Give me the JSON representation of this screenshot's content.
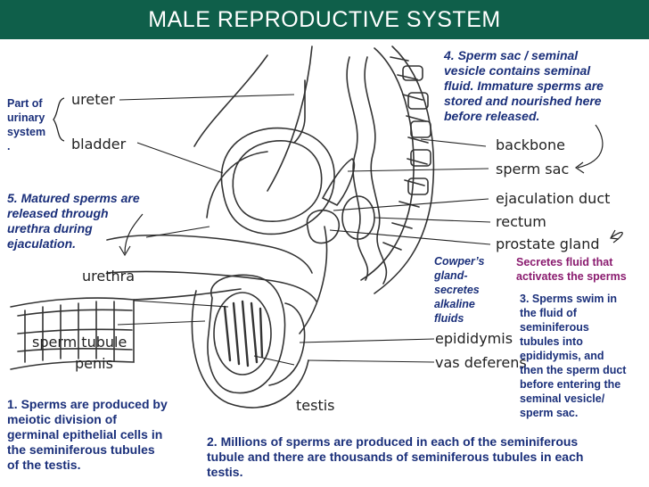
{
  "title": "MALE REPRODUCTIVE SYSTEM",
  "organ_labels": {
    "ureter": "ureter",
    "bladder": "bladder",
    "urethra": "urethra",
    "sperm_tubule": "sperm tubule",
    "penis": "penis",
    "testis": "testis",
    "backbone": "backbone",
    "sperm_sac": "sperm sac",
    "ejaculation_duct": "ejaculation duct",
    "rectum": "rectum",
    "prostate_gland": "prostate gland",
    "epididymis": "epididymis",
    "vas_deferens": "vas deferens"
  },
  "notes": {
    "urinary_system": [
      "Part of",
      "urinary",
      "system",
      "."
    ],
    "note1": [
      "1. Sperms are produced by",
      "meiotic division of",
      "germinal epithelial cells in",
      "the seminiferous tubules",
      "of the testis."
    ],
    "note2": [
      "2. Millions of sperms are produced in each of the seminiferous",
      "tubule and there are thousands of seminiferous tubules in each",
      "testis."
    ],
    "note3": [
      "3. Sperms swim in",
      "the fluid of",
      "seminiferous",
      "tubules into",
      "epididymis, and",
      "then the sperm duct",
      "before entering the",
      "seminal vesicle/",
      "sperm sac."
    ],
    "note4": [
      "4. Sperm sac / seminal",
      "vesicle contains seminal",
      "fluid. Immature sperms are",
      "stored and nourished here",
      "before released."
    ],
    "note5": [
      "5. Matured sperms are",
      "released through",
      "urethra during",
      "ejaculation."
    ],
    "cowpers": [
      "Cowper’s",
      "gland-",
      "secretes",
      "alkaline",
      "fluids"
    ],
    "prostate_note": [
      "Secretes fluid that",
      "activates the sperms"
    ]
  },
  "colors": {
    "title_bar": "#0f5f4a",
    "note_text": "#1a2f7a",
    "prostate_note_text": "#8a1b6f"
  }
}
